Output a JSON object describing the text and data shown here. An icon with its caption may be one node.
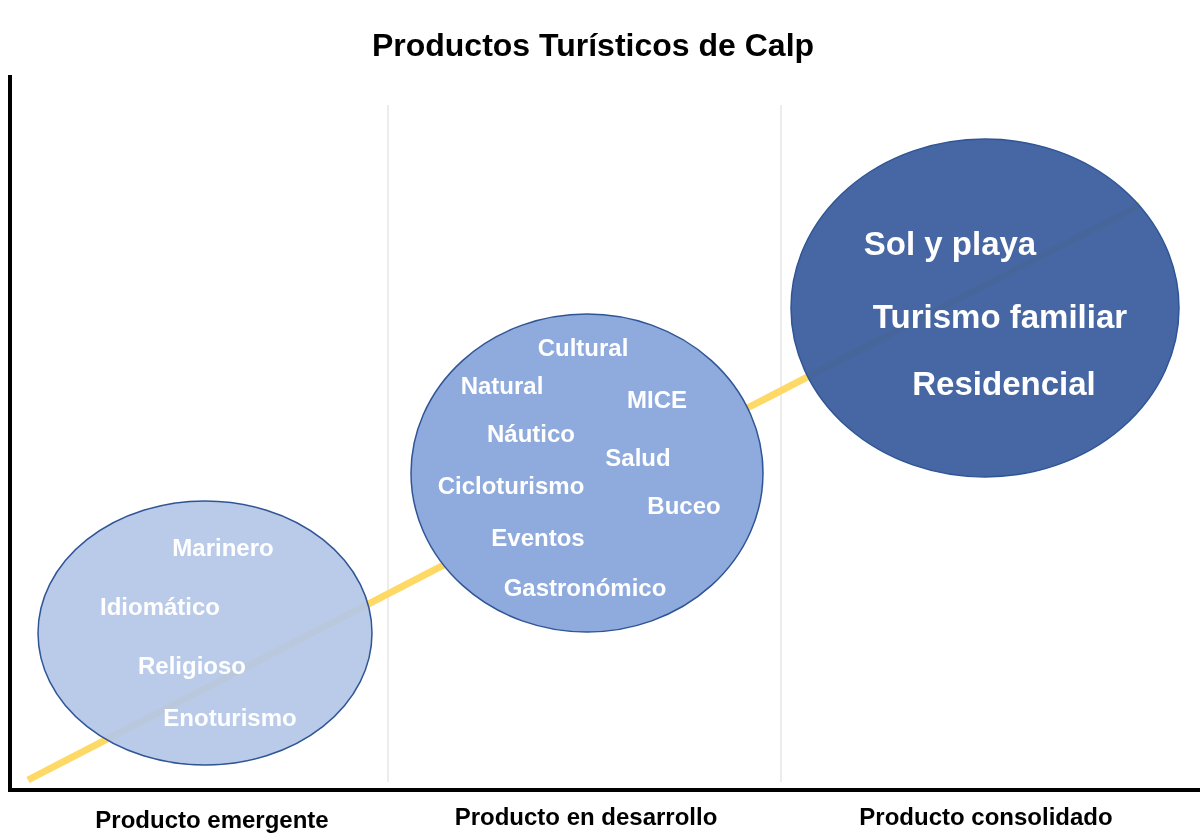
{
  "diagram": {
    "title": "Productos Turísticos de Calp",
    "nodes": [
      {
        "text": [
          "Marinero",
          "Idiomático",
          "Religioso",
          "Enoturismo"
        ]
      },
      {
        "text": [
          "Cultural",
          "Natural",
          "MICE",
          "Náutico",
          "Salud",
          "Cicloturismo",
          "Buceo",
          "Eventos",
          "Gastronómico"
        ]
      },
      {
        "text": [
          "Sol y playa",
          "Turismo familiar",
          "Residencial"
        ]
      }
    ],
    "labels": [
      "Producto emergente",
      "Producto en desarrollo",
      "Producto consolidado"
    ]
  }
}
